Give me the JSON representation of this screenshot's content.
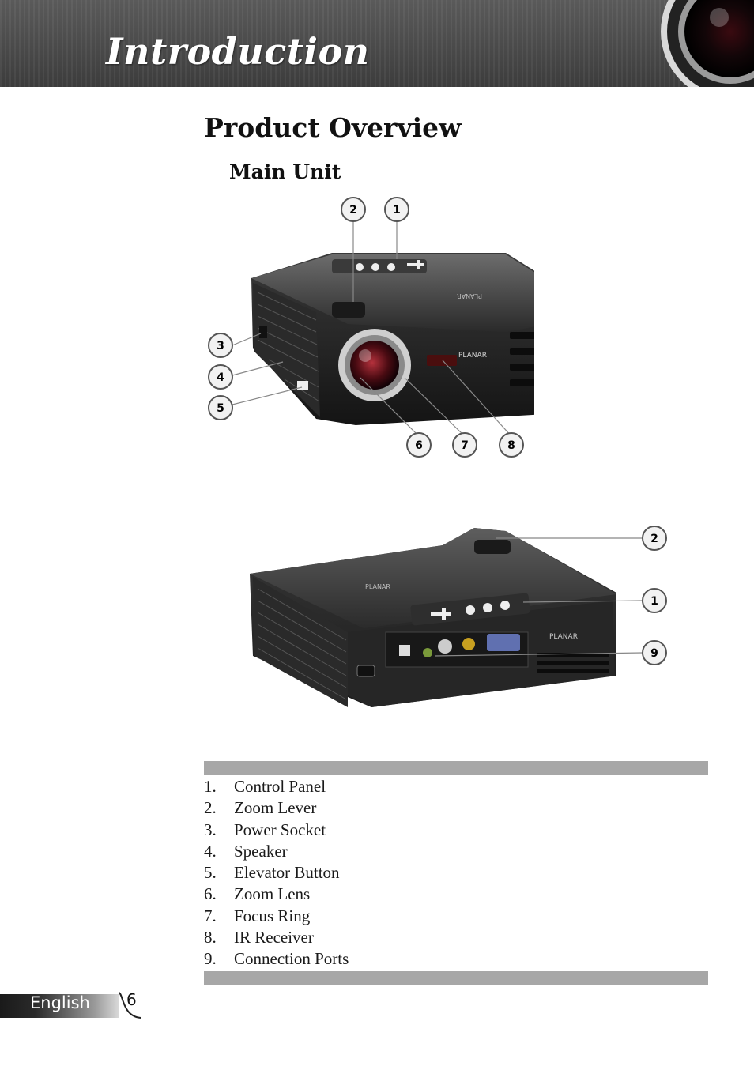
{
  "header": {
    "title": "Introduction"
  },
  "section": {
    "title": "Product Overview",
    "subtitle": "Main Unit"
  },
  "callouts": {
    "front": [
      "2",
      "1",
      "3",
      "4",
      "5",
      "6",
      "7",
      "8"
    ],
    "rear": [
      "2",
      "1",
      "9"
    ]
  },
  "brand": {
    "front_logo": "PLANAR",
    "rear_logo": "PLANAR"
  },
  "parts": [
    {
      "num": "1.",
      "label": "Control Panel"
    },
    {
      "num": "2.",
      "label": "Zoom Lever"
    },
    {
      "num": "3.",
      "label": "Power Socket"
    },
    {
      "num": "4.",
      "label": "Speaker"
    },
    {
      "num": "5.",
      "label": "Elevator Button"
    },
    {
      "num": "6.",
      "label": "Zoom Lens"
    },
    {
      "num": "7.",
      "label": "Focus Ring"
    },
    {
      "num": "8.",
      "label": "IR Receiver"
    },
    {
      "num": "9.",
      "label": "Connection Ports"
    }
  ],
  "footer": {
    "language": "English",
    "page": "6"
  }
}
